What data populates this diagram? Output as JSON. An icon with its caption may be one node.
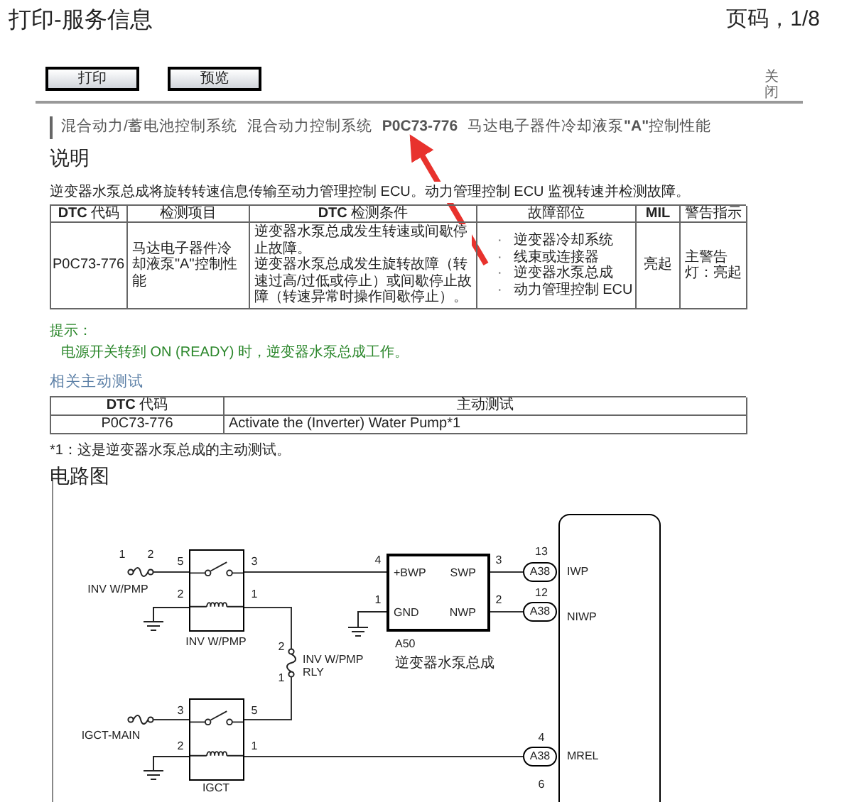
{
  "diagram": {
    "title": "打印-服务信息",
    "nodes": [
      {
        "text": [
          "P0C73-776"
        ]
      },
      {
        "text": [],
        "shape": "fuse",
        "beside": [
          "INV W/PMP"
        ]
      },
      {
        "text": [],
        "shape": "relay",
        "beside": [
          "INV W/PMP"
        ]
      },
      {
        "text": [
          "+BWP",
          "SWP",
          "GND",
          "NWP"
        ],
        "beside": [
          "A50",
          "逆变器水泵总成"
        ]
      },
      {
        "text": [
          "A38"
        ]
      },
      {
        "text": [
          "IWP",
          "NIWP",
          "MREL"
        ]
      },
      {
        "text": [
          "A38"
        ]
      },
      {
        "text": [],
        "shape": "fuse",
        "beside": [
          "INV W/PMP RLY"
        ]
      },
      {
        "text": [],
        "shape": "fuse",
        "beside": [
          "IGCT-MAIN"
        ]
      },
      {
        "text": [],
        "shape": "relay",
        "beside": [
          "IGCT"
        ]
      },
      {
        "text": [
          "A38"
        ]
      }
    ],
    "edges": [
      {
        "from": 1,
        "to": 2,
        "arrow": "none"
      },
      {
        "from": 2,
        "to": 3,
        "arrow": "none"
      },
      {
        "from": 2,
        "to": 7,
        "arrow": "none"
      },
      {
        "from": 7,
        "to": 9,
        "arrow": "none"
      },
      {
        "from": 8,
        "to": 9,
        "arrow": "none"
      },
      {
        "from": 9,
        "to": 10,
        "arrow": "none"
      },
      {
        "from": 3,
        "to": 4,
        "arrow": "none"
      },
      {
        "from": 3,
        "to": 6,
        "arrow": "none"
      },
      {
        "from": null,
        "to": 0,
        "arrow": "to",
        "style": "thick",
        "color": "#e8322d"
      }
    ],
    "labels": [
      "页码，1/8",
      "打印",
      "预览",
      "关闭",
      "混合动力/蓄电池控制系统",
      "混合动力控制系统",
      "马达电子器件冷却液泵**\"A\"**控制性能",
      "说明",
      "逆变器水泵总成将旋转转速信息传输至动力管理控制 ECU。动力管理控制 ECU 监视转速并检测故障。",
      "**DTC** 代码",
      "检测项目",
      "**DTC** 检测条件",
      "故障部位",
      "MIL",
      "警告指示",
      "P0C73-776",
      "马达电子器件冷却液泵\"A\"控制性能",
      "逆变器水泵总成发生转速或间歇停止故障。",
      "逆变器水泵总成发生旋转故障（转速过高/过低或停止）或间歇停止故障（转速异常时操作间歇停止）。",
      "逆变器冷却系统",
      "线束或连接器",
      "逆变器水泵总成",
      "动力管理控制 ECU",
      "亮起",
      "主警告灯：亮起",
      "提示：",
      "电源开关转到 ON (READY) 时，逆变器水泵总成工作。",
      "相关主动测试",
      "**DTC** 代码",
      "主动测试",
      "P0C73-776",
      "Activate the (Inverter) Water Pump*1",
      "*1：这是逆变器水泵总成的主动测试。",
      "电路图",
      "1",
      "2",
      "5",
      "3",
      "2",
      "1",
      "2",
      "1",
      "3",
      "5",
      "2",
      "1",
      "4",
      "3",
      "1",
      "2",
      "13",
      "12",
      "4",
      "6",
      "·",
      "·",
      "·",
      "·"
    ]
  }
}
